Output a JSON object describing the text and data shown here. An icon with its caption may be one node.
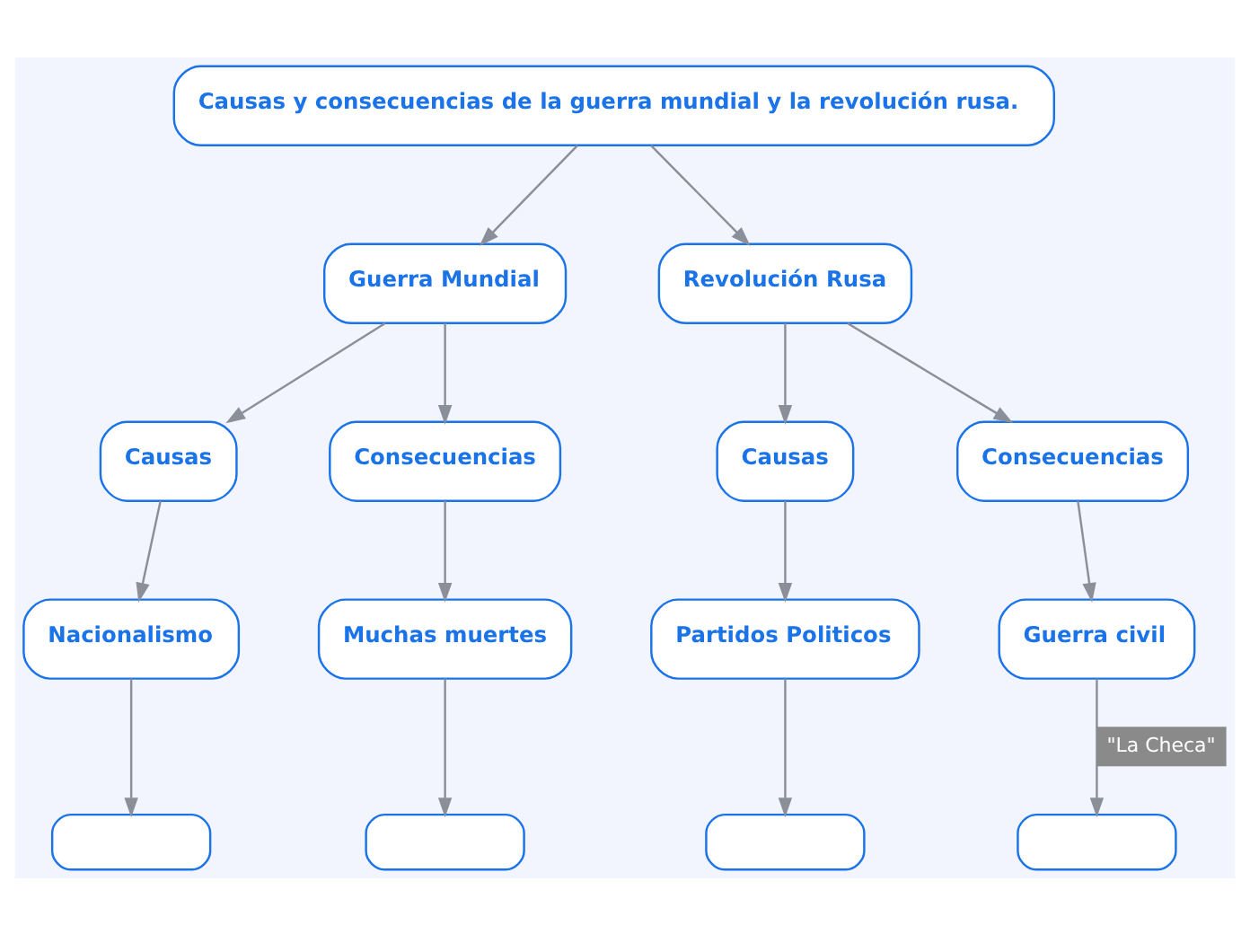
{
  "diagram": {
    "nodes": [
      {
        "text": [
          "Causas y consecuencias de la guerra mundial y la revolución rusa."
        ]
      },
      {
        "text": [
          "Guerra Mundial"
        ]
      },
      {
        "text": [
          "Revolución Rusa"
        ]
      },
      {
        "text": [
          "Causas"
        ]
      },
      {
        "text": [
          "Consecuencias"
        ]
      },
      {
        "text": [
          "Causas"
        ]
      },
      {
        "text": [
          "Consecuencias"
        ]
      },
      {
        "text": [
          "Nacionalismo"
        ]
      },
      {
        "text": [
          "Muchas muertes"
        ]
      },
      {
        "text": [
          "Partidos Politicos"
        ]
      },
      {
        "text": [
          "Guerra civil"
        ]
      },
      {
        "text": [],
        "shape": "box"
      },
      {
        "text": [],
        "shape": "box"
      },
      {
        "text": [],
        "shape": "box"
      },
      {
        "text": [],
        "shape": "box"
      }
    ],
    "edges": [
      {
        "from": 0,
        "to": 1,
        "arrow": "to"
      },
      {
        "from": 0,
        "to": 2,
        "arrow": "to"
      },
      {
        "from": 1,
        "to": 3,
        "arrow": "to"
      },
      {
        "from": 1,
        "to": 4,
        "arrow": "to"
      },
      {
        "from": 2,
        "to": 5,
        "arrow": "to"
      },
      {
        "from": 2,
        "to": 6,
        "arrow": "to"
      },
      {
        "from": 3,
        "to": 7,
        "arrow": "to"
      },
      {
        "from": 4,
        "to": 8,
        "arrow": "to"
      },
      {
        "from": 5,
        "to": 9,
        "arrow": "to"
      },
      {
        "from": 6,
        "to": 10,
        "arrow": "to"
      },
      {
        "from": 7,
        "to": 11,
        "arrow": "to"
      },
      {
        "from": 8,
        "to": 12,
        "arrow": "to"
      },
      {
        "from": 9,
        "to": 13,
        "arrow": "to"
      },
      {
        "from": 10,
        "to": 14,
        "label": "\"La Checa\"",
        "arrow": "to"
      }
    ]
  }
}
